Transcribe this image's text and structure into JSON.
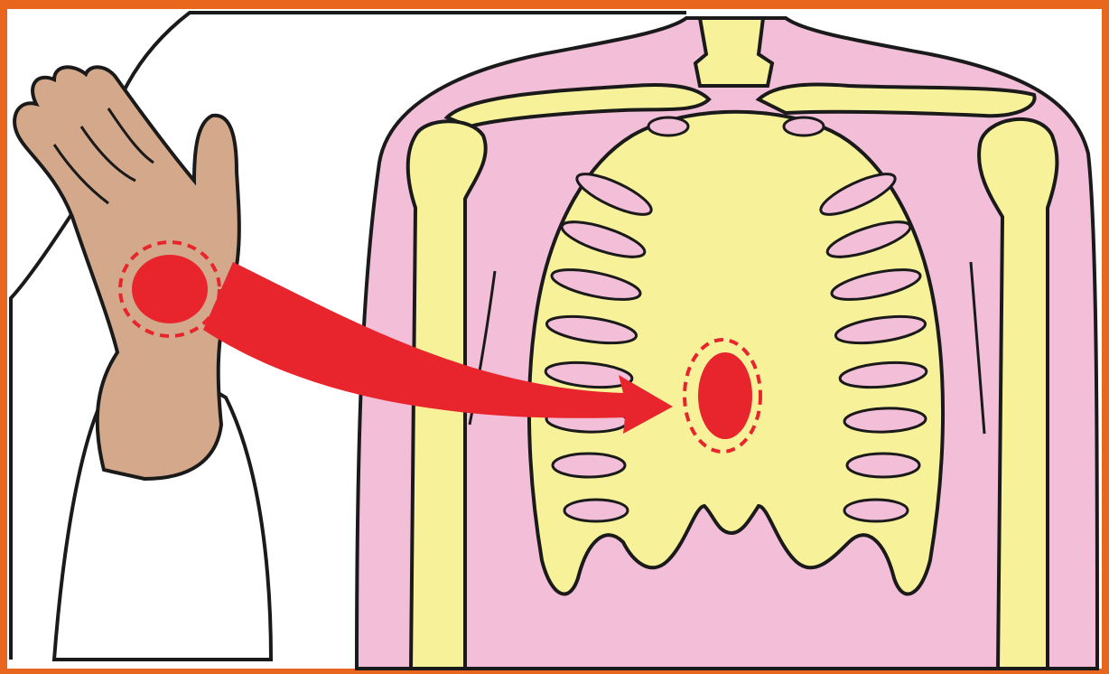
{
  "colors": {
    "border": "#e8661e",
    "skin": "#d4a88a",
    "torso": "#f2bed8",
    "bone": "#f7f19a",
    "marker": "#e8252c",
    "outline": "#1a1a1a",
    "sleeve": "#ffffff"
  },
  "markers": [
    {
      "name": "palm-heel-marker",
      "dashed_ring": true
    },
    {
      "name": "sternum-marker",
      "dashed_ring": true
    }
  ],
  "arrow": {
    "from": "palm-heel-marker",
    "to": "sternum-marker"
  }
}
